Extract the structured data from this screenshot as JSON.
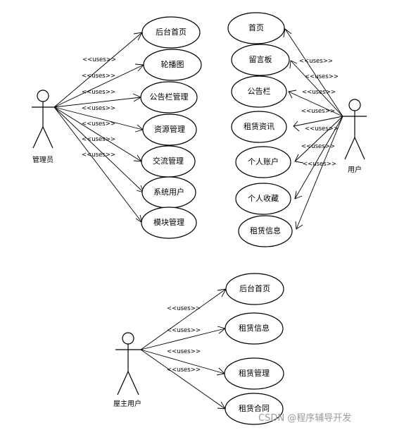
{
  "stereotype": "<<uses>>",
  "admin": {
    "label": "管理员",
    "use_cases": [
      "后台首页",
      "轮播图",
      "公告栏管理",
      "资源管理",
      "交流管理",
      "系统用户",
      "模块管理"
    ]
  },
  "user": {
    "label": "用户",
    "use_cases": [
      "首页",
      "留言板",
      "公告栏",
      "租赁资讯",
      "个人账户",
      "个人收藏",
      "租赁信息"
    ]
  },
  "landlord": {
    "label": "屋主用户",
    "use_cases": [
      "后台首页",
      "租赁信息",
      "租赁管理",
      "租赁合同"
    ]
  },
  "watermark": "CSDN @程序辅导开发"
}
